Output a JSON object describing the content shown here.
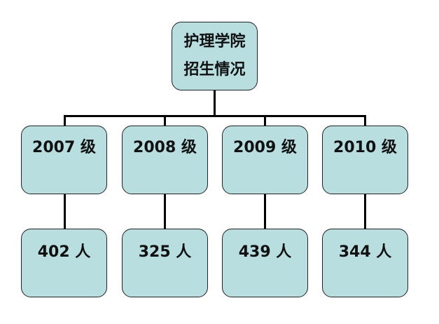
{
  "root": {
    "line1": "护理学院",
    "line2": "招生情况"
  },
  "years": [
    {
      "label": "2007 级",
      "count": "402 人"
    },
    {
      "label": "2008 级",
      "count": "325 人"
    },
    {
      "label": "2009 级",
      "count": "439 人"
    },
    {
      "label": "2010 级",
      "count": "344 人"
    }
  ],
  "colors": {
    "fill": "#b9dee0",
    "line": "#000000"
  }
}
